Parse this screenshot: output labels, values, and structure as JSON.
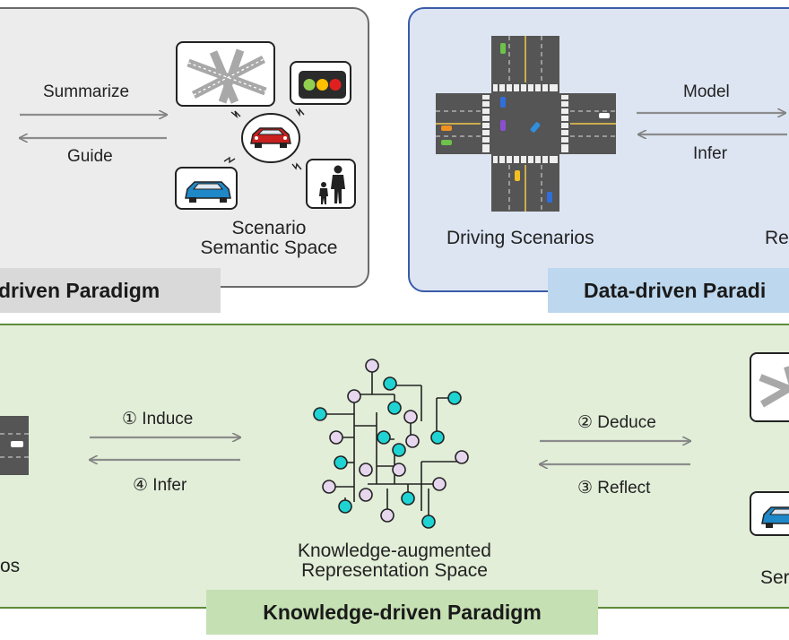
{
  "top_left": {
    "summarize": "Summarize",
    "guide": "Guide",
    "space_line1": "Scenario",
    "space_line2": "Semantic Space",
    "paradigm": "driven Paradigm"
  },
  "top_right": {
    "model": "Model",
    "infer": "Infer",
    "scenarios": "Driving Scenarios",
    "cut_label": "Re",
    "paradigm": "Data-driven Paradi"
  },
  "bottom": {
    "induce": "① Induce",
    "infer": "④ Infer",
    "deduce": "② Deduce",
    "reflect": "③ Reflect",
    "space_line1": "Knowledge-augmented",
    "space_line2": "Representation Space",
    "left_cut": "os",
    "right_cut": "Ser",
    "paradigm": "Knowledge-driven Paradigm"
  },
  "colors": {
    "gray_panel": "#ececec",
    "blue_panel": "#dde5f3",
    "green_panel": "#e2eed8",
    "node_cyan": "#1fd3d3",
    "node_pink": "#e6d6ee",
    "car_red": "#c8201f",
    "car_blue": "#1e88c8"
  }
}
